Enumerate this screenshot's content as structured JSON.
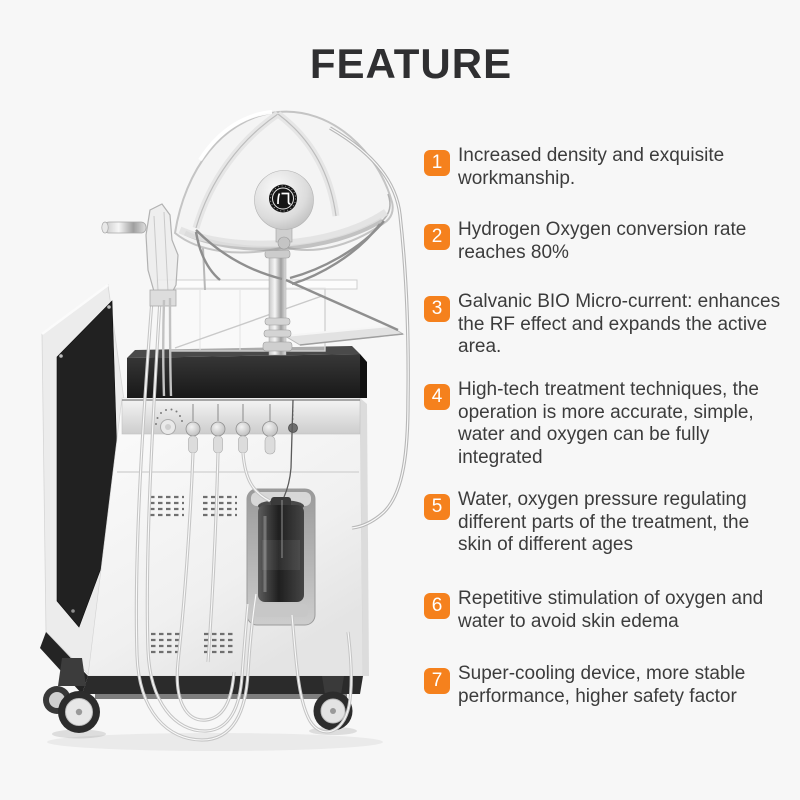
{
  "title": "FEATURE",
  "colors": {
    "background": "#f7f7f7",
    "accent_orange": "#f5811d",
    "title_text": "#2f2f31",
    "body_text": "#3c3c3c"
  },
  "features": [
    {
      "num": "1",
      "text": "Increased density and exquisite\nworkmanship."
    },
    {
      "num": "2",
      "text": "Hydrogen Oxygen conversion rate\nreaches 80%"
    },
    {
      "num": "3",
      "text": "Galvanic BIO Micro-current: enhances\nthe RF effect and expands the active\narea."
    },
    {
      "num": "4",
      "text": "High-tech treatment techniques, the\noperation is more accurate, simple,\nwater and oxygen can be fully\nintegrated"
    },
    {
      "num": "5",
      "text": "Water, oxygen pressure regulating\ndifferent parts of the treatment, the\nskin of different ages"
    },
    {
      "num": "6",
      "text": "Repetitive stimulation of oxygen and\nwater to avoid skin edema"
    },
    {
      "num": "7",
      "text": "Super-cooling device, more stable\nperformance, higher safety factor"
    }
  ]
}
